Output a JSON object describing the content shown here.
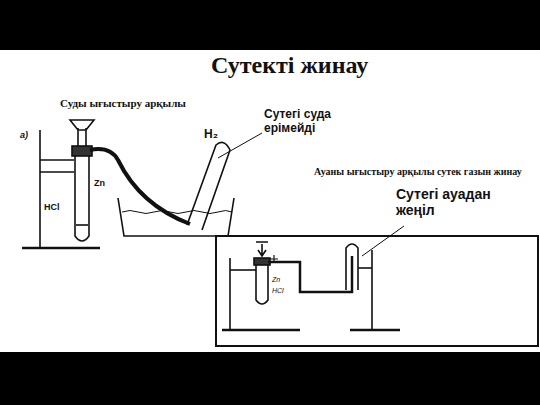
{
  "diagram": {
    "title": "Сутекті жинау",
    "labels": [
      "Суды ығыстыру арқылы",
      "Сутегі суда ерімейді",
      "Ауаны ығыстыру арқылы сутек газын жинау",
      "Сутегі ауадан жеңіл",
      "а)",
      "HCl",
      "Zn",
      "H₂",
      "Zn",
      "HCl"
    ]
  }
}
